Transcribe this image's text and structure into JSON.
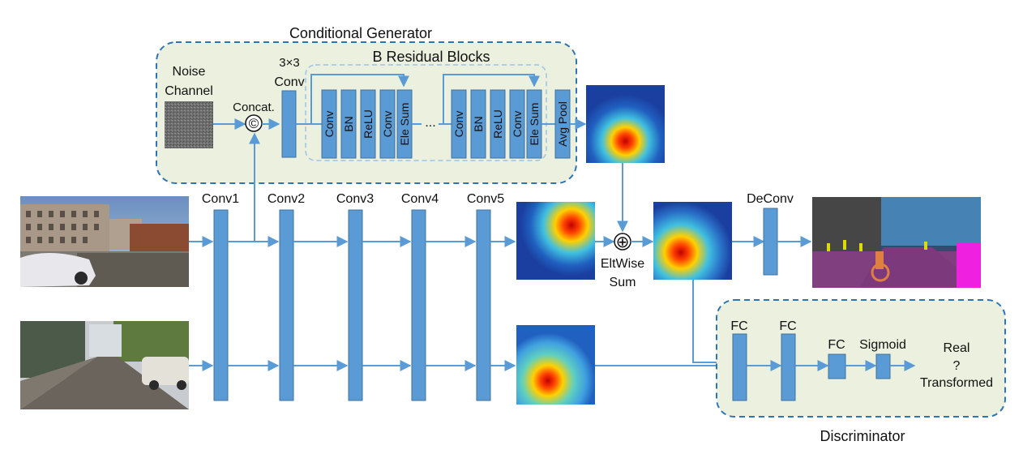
{
  "colors": {
    "block": "#5b9bd5",
    "line": "#5b9bd5",
    "panel_fill": "#ebf1de",
    "panel_border": "#2e75b6"
  },
  "generator": {
    "title": "Conditional Generator",
    "noise_label_1": "Noise",
    "noise_label_2": "Channel",
    "concat_label": "Concat.",
    "concat_symbol": "©",
    "conv3x3_label_1": "3×3",
    "conv3x3_label_2": "Conv",
    "residual_title": "B Residual Blocks",
    "block1": [
      "Conv",
      "BN",
      "ReLU",
      "Conv",
      "Ele Sum"
    ],
    "ellipsis": "...",
    "block2": [
      "Conv",
      "BN",
      "ReLU",
      "Conv",
      "Ele Sum"
    ],
    "avg_pool": "Avg Pool"
  },
  "backbone": {
    "layers": [
      "Conv1",
      "Conv2",
      "Conv3",
      "Conv4",
      "Conv5"
    ]
  },
  "fusion": {
    "symbol": "⊕",
    "label_1": "EltWise",
    "label_2": "Sum",
    "deconv": "DeConv"
  },
  "discriminator": {
    "title": "Discriminator",
    "fc1": "FC",
    "fc2": "FC",
    "fc3": "FC",
    "sigmoid": "Sigmoid",
    "out_1": "Real",
    "out_2": "?",
    "out_3": "Transformed"
  }
}
